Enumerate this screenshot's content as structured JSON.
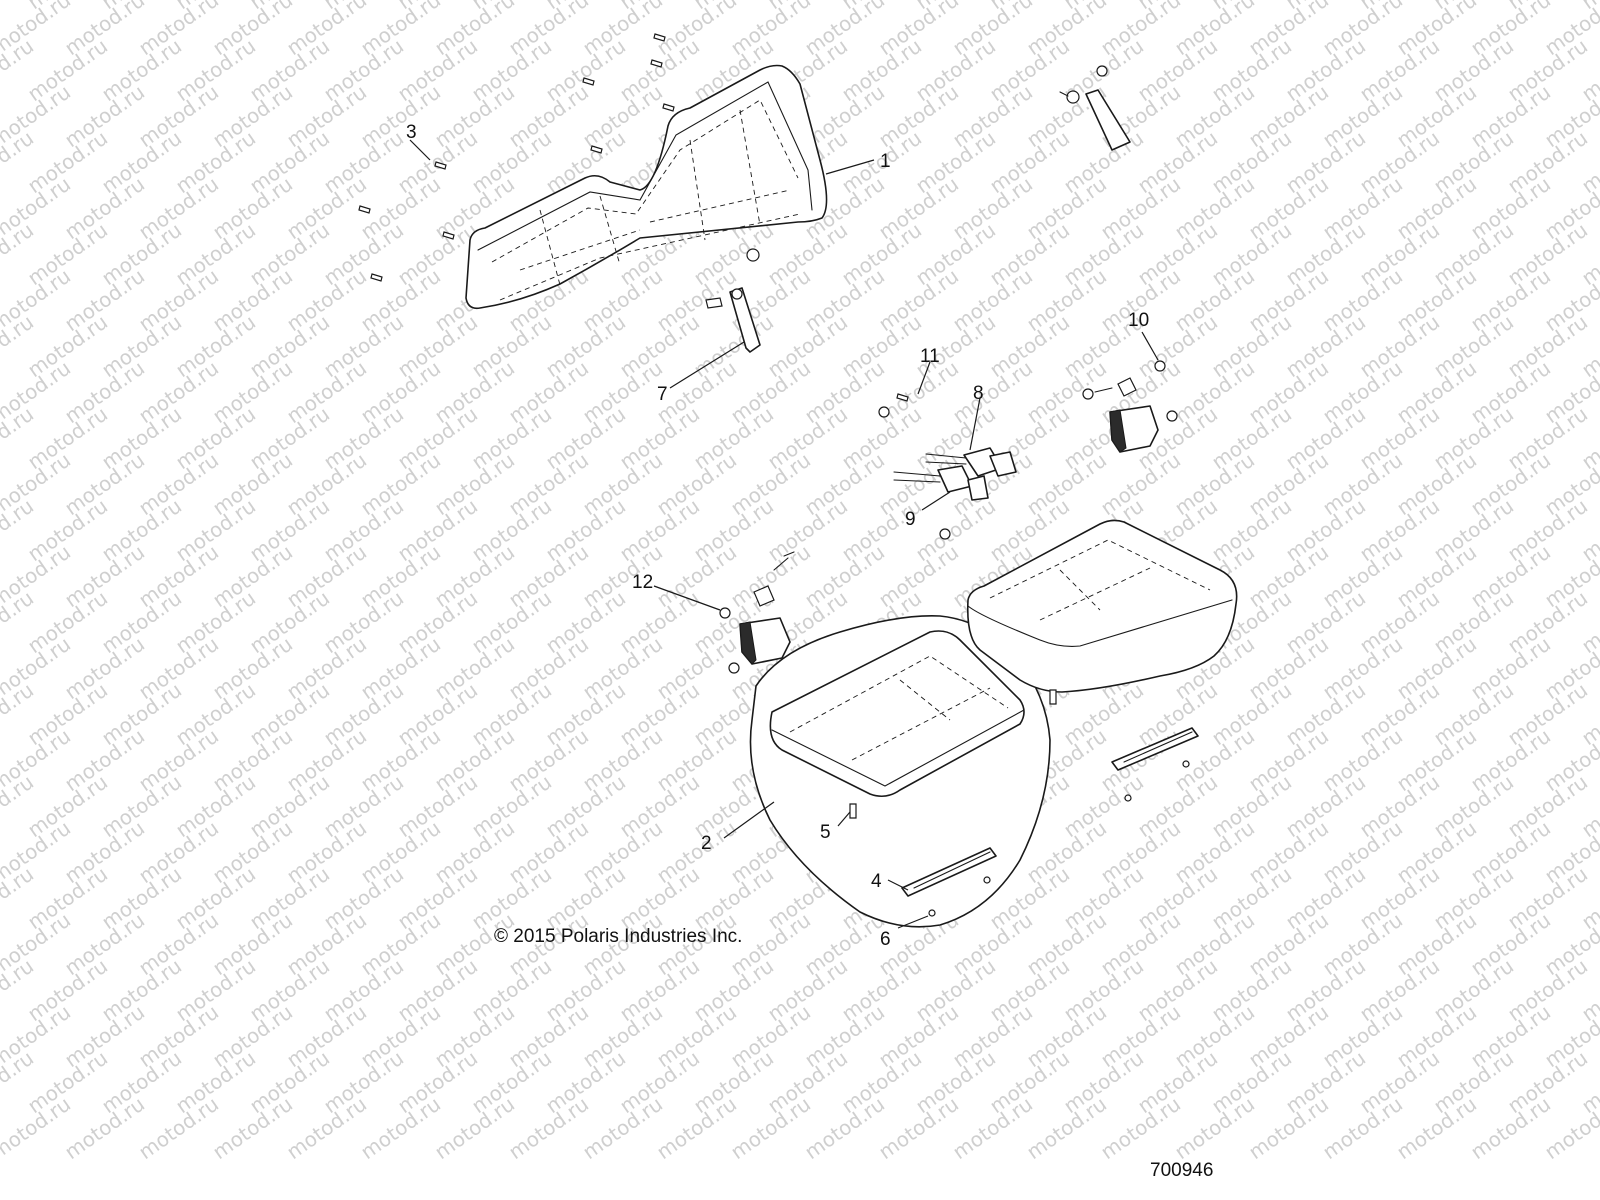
{
  "watermark": "motod.ru",
  "copyright": "© 2015 Polaris Industries Inc.",
  "figure_number": "700946",
  "callouts": [
    {
      "id": "1",
      "label": "1"
    },
    {
      "id": "2",
      "label": "2"
    },
    {
      "id": "3",
      "label": "3"
    },
    {
      "id": "4",
      "label": "4"
    },
    {
      "id": "5",
      "label": "5"
    },
    {
      "id": "6",
      "label": "6"
    },
    {
      "id": "7",
      "label": "7"
    },
    {
      "id": "8",
      "label": "8"
    },
    {
      "id": "9",
      "label": "9"
    },
    {
      "id": "10",
      "label": "10"
    },
    {
      "id": "11",
      "label": "11"
    },
    {
      "id": "12",
      "label": "12"
    }
  ]
}
